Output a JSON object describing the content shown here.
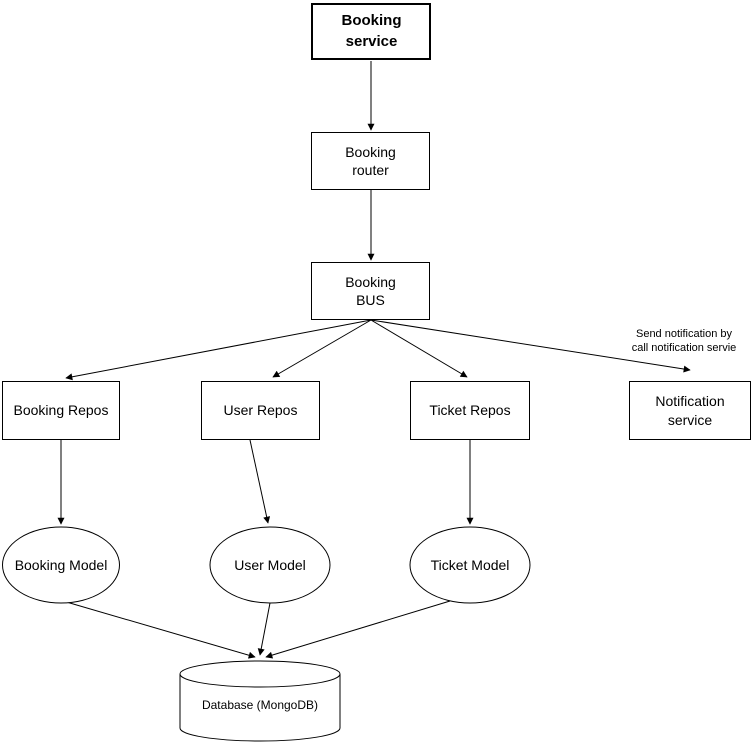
{
  "nodes": {
    "booking_service": {
      "label": "Booking\nservice",
      "shape": "rectangle"
    },
    "booking_router": {
      "label": "Booking\nrouter",
      "shape": "rectangle"
    },
    "booking_bus": {
      "label": "Booking\nBUS",
      "shape": "rectangle"
    },
    "booking_repos": {
      "label": "Booking Repos",
      "shape": "rectangle"
    },
    "user_repos": {
      "label": "User Repos",
      "shape": "rectangle"
    },
    "ticket_repos": {
      "label": "Ticket Repos",
      "shape": "rectangle"
    },
    "notification_service": {
      "label": "Notification\nservice",
      "shape": "rectangle"
    },
    "booking_model": {
      "label": "Booking Model",
      "shape": "ellipse"
    },
    "user_model": {
      "label": "User Model",
      "shape": "ellipse"
    },
    "ticket_model": {
      "label": "Ticket Model",
      "shape": "ellipse"
    },
    "database": {
      "label": "Database (MongoDB)",
      "shape": "cylinder"
    }
  },
  "annotations": {
    "send_notification": "Send notification by\ncall notification servie"
  },
  "edges": [
    {
      "from": "booking_service",
      "to": "booking_router"
    },
    {
      "from": "booking_router",
      "to": "booking_bus"
    },
    {
      "from": "booking_bus",
      "to": "booking_repos"
    },
    {
      "from": "booking_bus",
      "to": "user_repos"
    },
    {
      "from": "booking_bus",
      "to": "ticket_repos"
    },
    {
      "from": "booking_bus",
      "to": "notification_service",
      "label": "Send notification by call notification servie"
    },
    {
      "from": "booking_repos",
      "to": "booking_model"
    },
    {
      "from": "user_repos",
      "to": "user_model"
    },
    {
      "from": "ticket_repos",
      "to": "ticket_model"
    },
    {
      "from": "booking_model",
      "to": "database"
    },
    {
      "from": "user_model",
      "to": "database"
    },
    {
      "from": "ticket_model",
      "to": "database"
    }
  ],
  "colors": {
    "stroke": "#000000",
    "fill": "#ffffff",
    "text": "#000000",
    "background": "#ffffff"
  }
}
